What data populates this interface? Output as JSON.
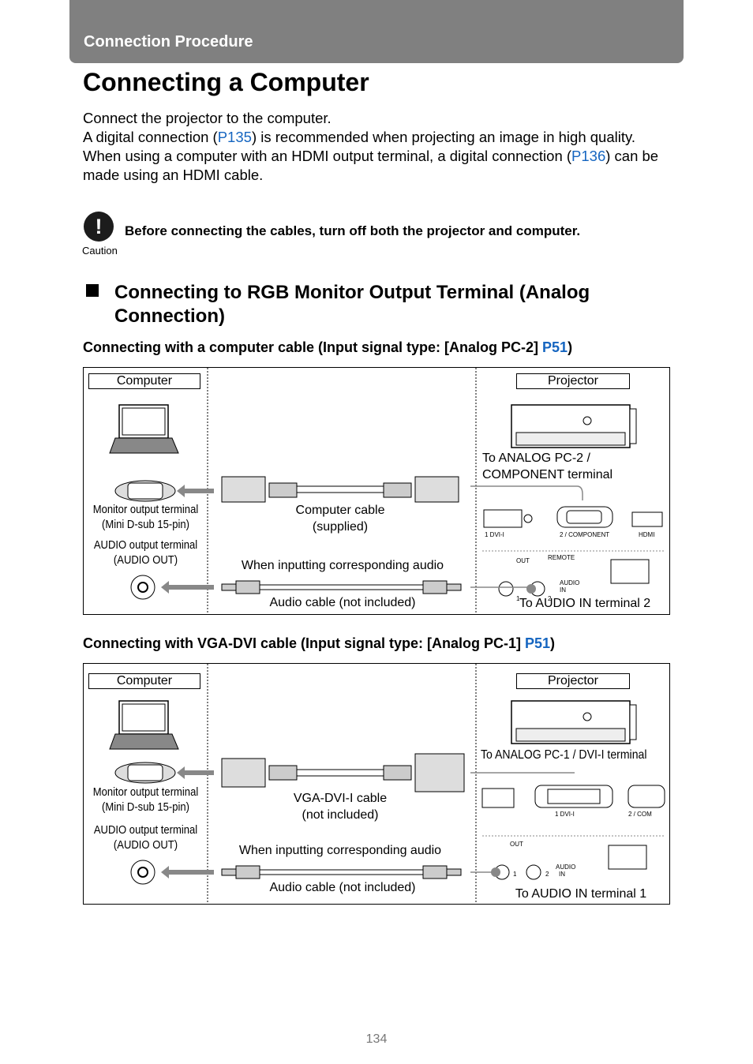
{
  "header": {
    "section": "Connection Procedure"
  },
  "title": "Connecting a Computer",
  "intro": {
    "line1": "Connect the projector to the computer.",
    "p2_pre": "A digital connection (",
    "p2_link": "P135",
    "p2_post": ") is recommended when projecting an image in high quality.",
    "p3_pre": "When using a computer with an HDMI output terminal, a digital connection (",
    "p3_link": "P136",
    "p3_post": ") can be made using an HDMI cable."
  },
  "caution": {
    "icon_symbol": "!",
    "icon": "caution-icon",
    "label": "Caution",
    "text": "Before connecting the cables, turn off both the projector and computer."
  },
  "section": {
    "heading": "Connecting to RGB Monitor Output Terminal (Analog Connection)"
  },
  "diagram1": {
    "heading_pre": "Connecting with a computer cable (Input signal type: [Analog PC-2] ",
    "heading_link": "P51",
    "heading_post": ")",
    "computer_label": "Computer",
    "projector_label": "Projector",
    "monitor_terminal_1": "Monitor output terminal",
    "monitor_terminal_2": "(Mini D-sub 15-pin)",
    "audio_out_1": "AUDIO output terminal",
    "audio_out_2": "(AUDIO OUT)",
    "cable_1": "Computer cable",
    "cable_2": "(supplied)",
    "audio_note": "When inputting corresponding audio",
    "audio_cable": "Audio cable (not included)",
    "target_1": "To ANALOG PC-2 /",
    "target_2": "COMPONENT terminal",
    "audio_target": "To AUDIO IN terminal 2",
    "port_dvi": "1 DVI-I",
    "port_component": "2 / COMPONENT",
    "port_hdmi": "HDMI",
    "port_out": "OUT",
    "port_remote": "REMOTE",
    "port_audio": "AUDIO",
    "port_in": "IN",
    "num_1": "1",
    "num_2": "2"
  },
  "diagram2": {
    "heading_pre": "Connecting with VGA-DVI cable (Input signal type: [Analog PC-1] ",
    "heading_link": "P51",
    "heading_post": ")",
    "computer_label": "Computer",
    "projector_label": "Projector",
    "monitor_terminal_1": "Monitor output terminal",
    "monitor_terminal_2": "(Mini D-sub 15-pin)",
    "audio_out_1": "AUDIO output terminal",
    "audio_out_2": "(AUDIO OUT)",
    "cable_1": "VGA-DVI-I cable",
    "cable_2": "(not included)",
    "audio_note": "When inputting corresponding audio",
    "audio_cable": "Audio cable (not included)",
    "target": "To ANALOG PC-1 / DVI-I terminal",
    "audio_target": "To AUDIO IN terminal 1",
    "port_dvi": "1 DVI-I",
    "port_component": "2 / COM",
    "port_out": "OUT",
    "port_audio": "AUDIO",
    "port_in": "IN",
    "num_1": "1",
    "num_2": "2"
  },
  "page_number": "134"
}
